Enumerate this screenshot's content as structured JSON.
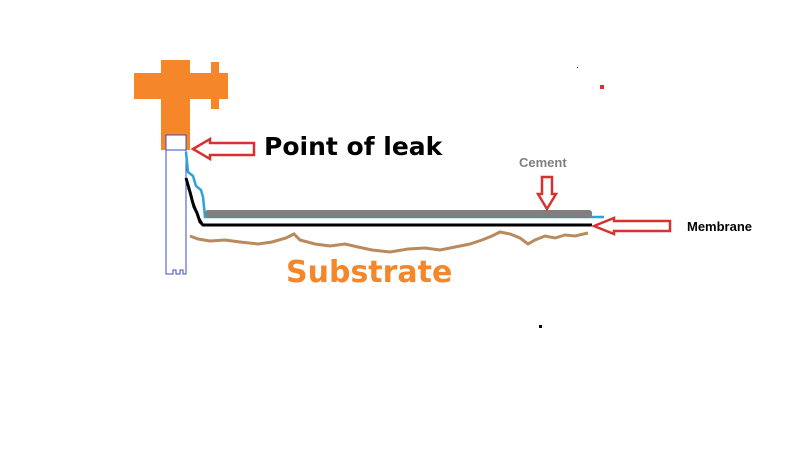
{
  "labels": {
    "point_of_leak": "Point of leak",
    "cement": "Cement",
    "membrane": "Membrane",
    "substrate": "Substrate"
  },
  "colors": {
    "fitting": "#f5862a",
    "pipe_outline": "#3f48cc",
    "arrow": "#d93030",
    "cement": "#7f7f7f",
    "membrane_top": "#2ea3d6",
    "membrane_base": "#000000",
    "substrate_line": "#b98a5e",
    "substrate_text": "#f5862a"
  }
}
